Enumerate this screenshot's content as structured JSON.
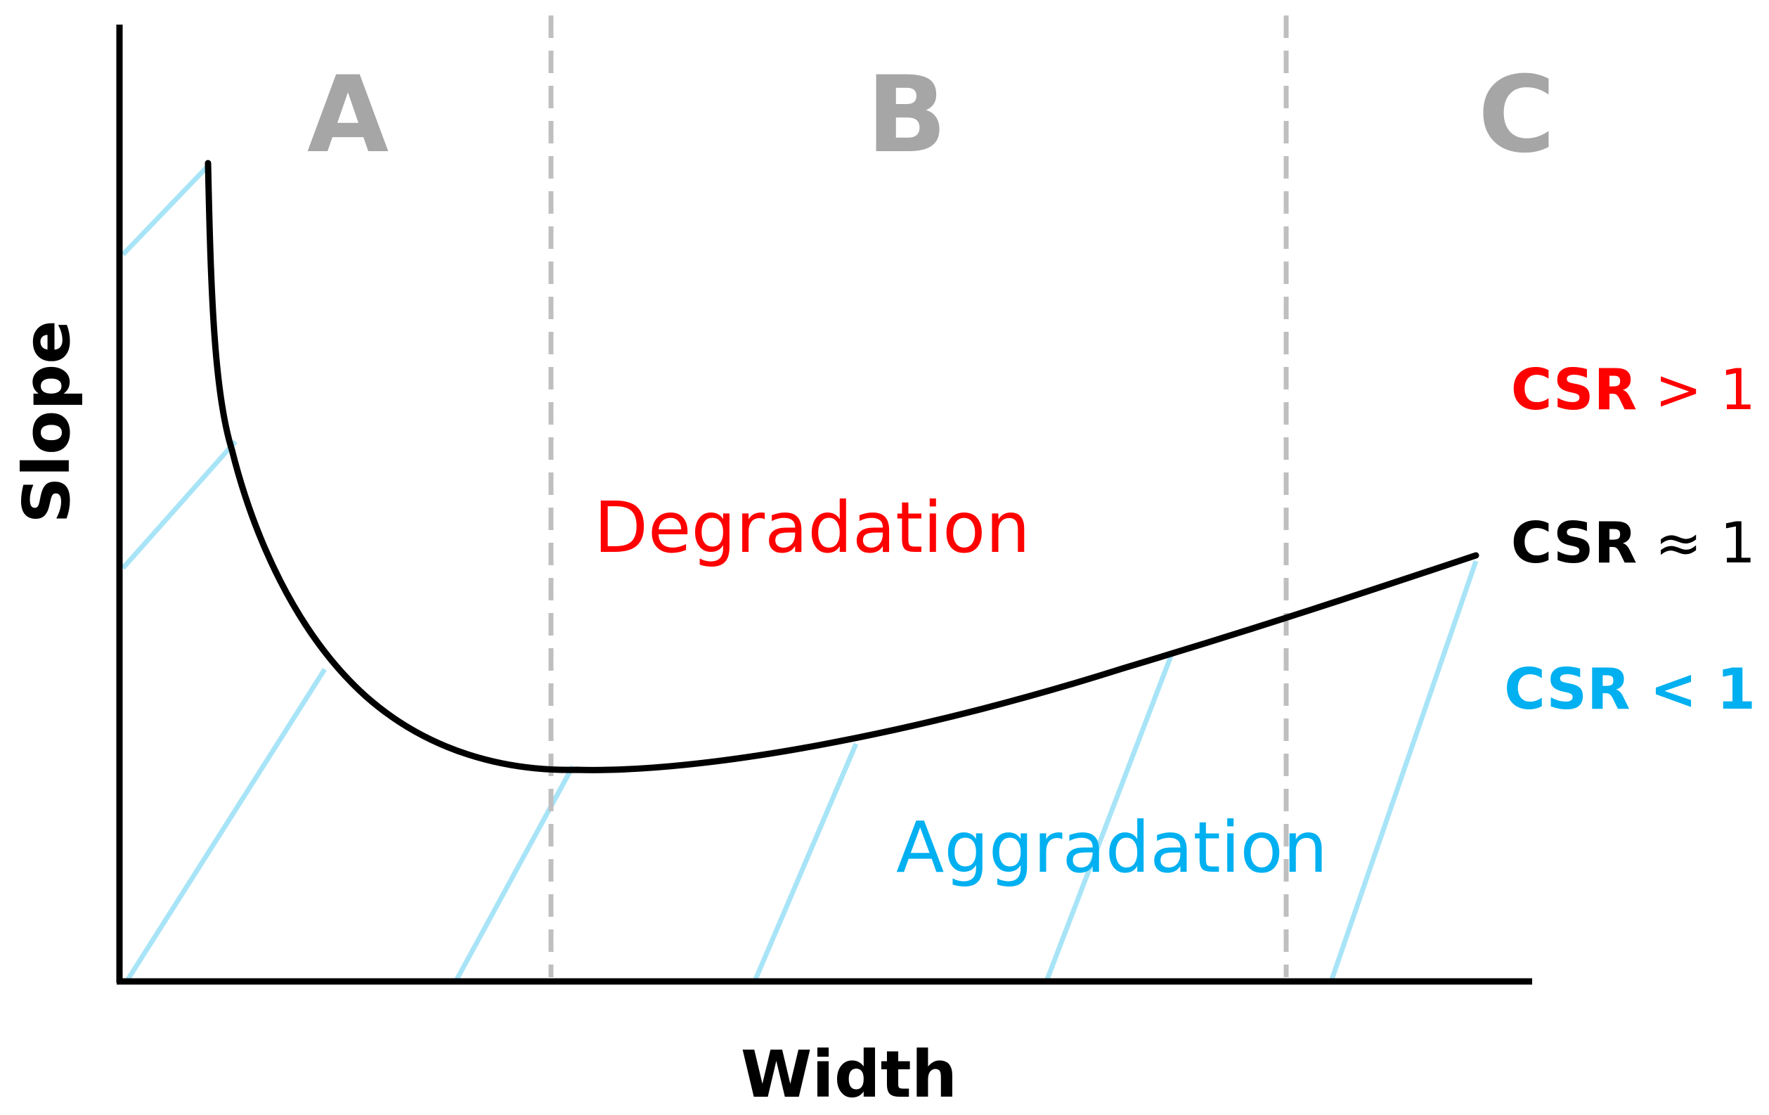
{
  "zones": [
    "A",
    "B",
    "C"
  ],
  "axes": {
    "x_label": "Width",
    "y_label": "Slope"
  },
  "regions": {
    "upper": "Degradation",
    "lower": "Aggradation"
  },
  "csr_labels": [
    {
      "prefix": "CSR",
      "relation": "> 1",
      "color": "#ff0000"
    },
    {
      "prefix": "CSR",
      "relation": "≈ 1",
      "color": "#000000"
    },
    {
      "prefix": "CSR",
      "relation": "< 1",
      "color": "#00b0f0"
    }
  ],
  "colors": {
    "curve": "#000000",
    "axis": "#000000",
    "zone_label": "#a6a6a6",
    "divider": "#bfbfbf",
    "hatch": "#a8e4f7",
    "degradation": "#ff0000",
    "aggradation": "#00b0f0"
  }
}
